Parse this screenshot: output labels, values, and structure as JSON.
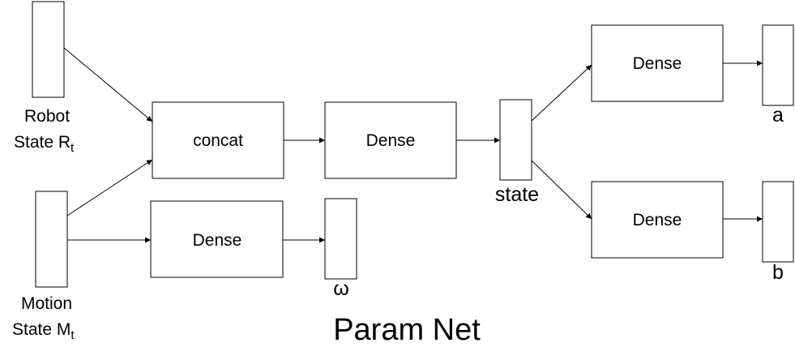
{
  "inputs": {
    "robot_line1": "Robot",
    "robot_line2": "State R",
    "robot_sub": "t",
    "motion_line1": "Motion",
    "motion_line2": "State M",
    "motion_sub": "t"
  },
  "nodes": {
    "concat": "concat",
    "dense_main": "Dense",
    "dense_omega": "Dense",
    "dense_a": "Dense",
    "dense_b": "Dense"
  },
  "outputs": {
    "state": "state",
    "omega": "ω",
    "a": "a",
    "b": "b"
  },
  "title": "Param Net"
}
